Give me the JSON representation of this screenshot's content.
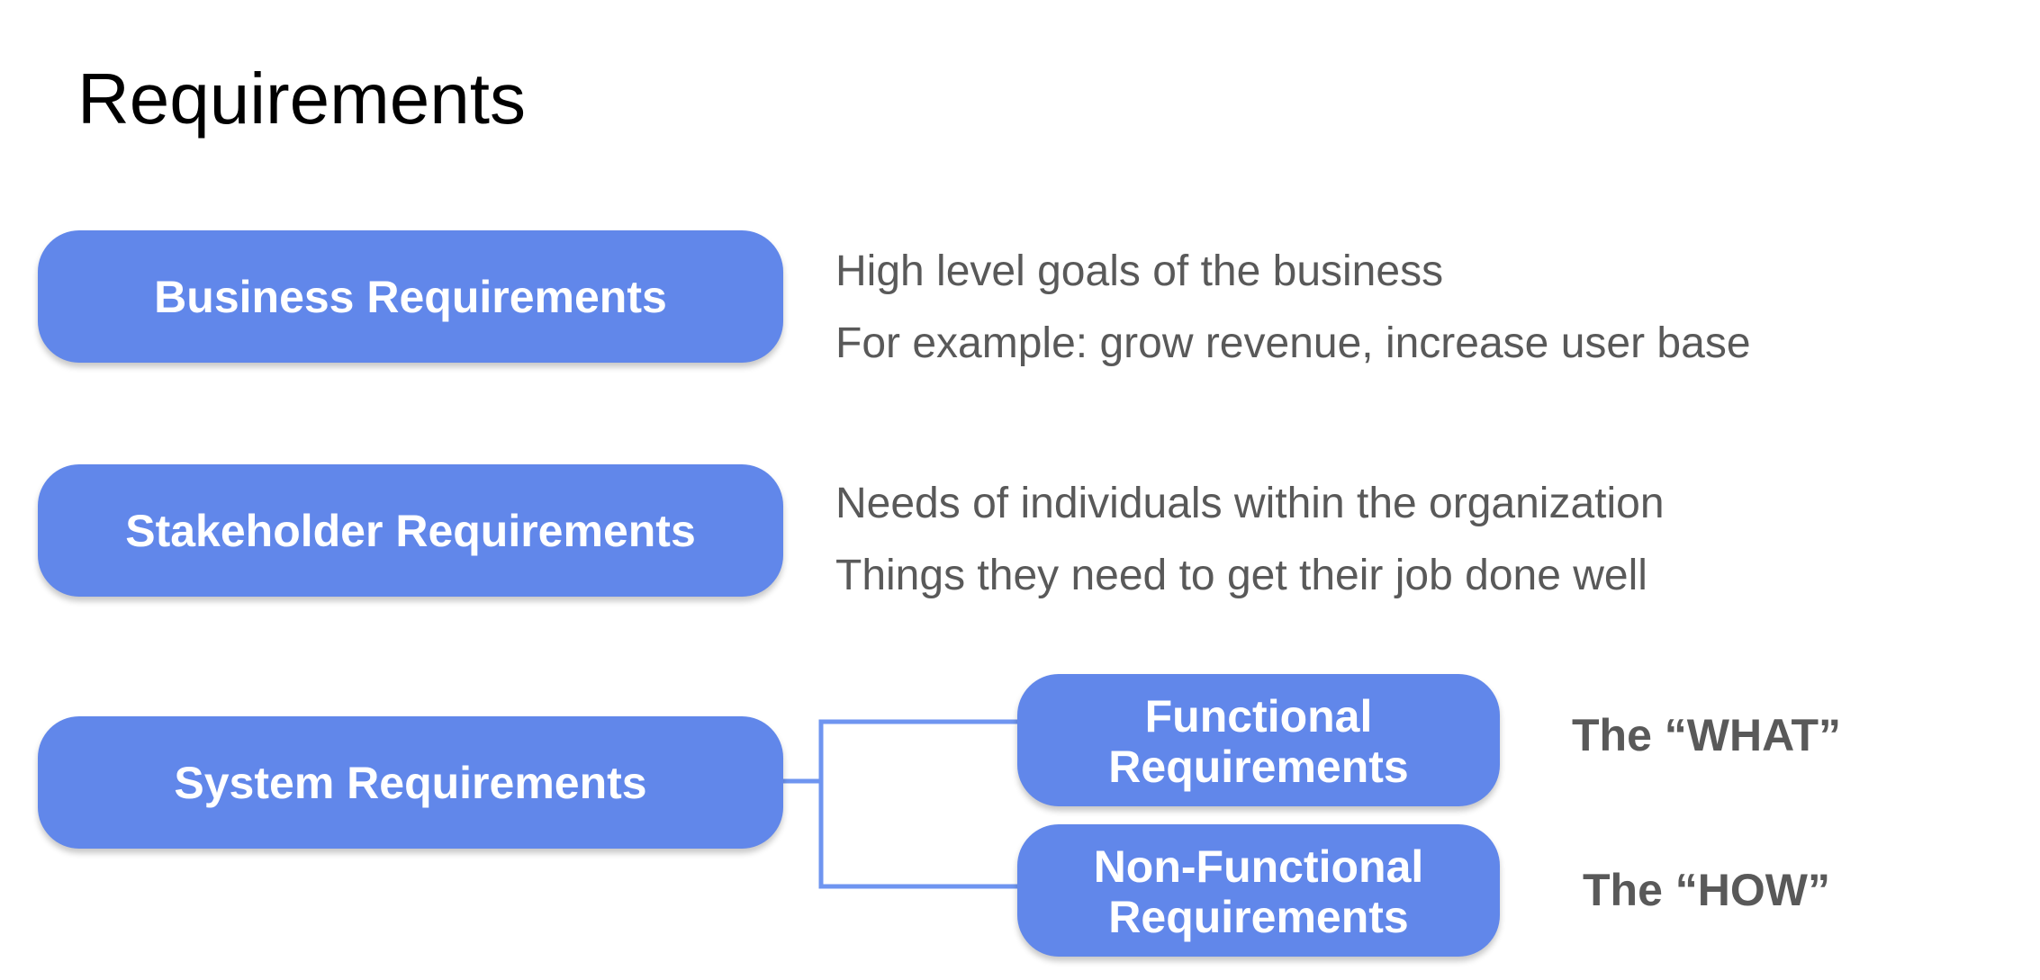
{
  "title": "Requirements",
  "colors": {
    "box_fill": "#6187ea",
    "box_text": "#ffffff",
    "description_text": "#595959",
    "connector": "#6f95f0"
  },
  "business": {
    "label": "Business Requirements",
    "lines": [
      "High level goals of the business",
      "For example: grow revenue, increase user base"
    ]
  },
  "stakeholder": {
    "label": "Stakeholder Requirements",
    "lines": [
      "Needs of individuals within the organization",
      "Things they need to get their job done well"
    ]
  },
  "system": {
    "label": "System Requirements",
    "children": [
      {
        "line1": "Functional",
        "line2": "Requirements",
        "caption": "The “WHAT”"
      },
      {
        "line1": "Non-Functional",
        "line2": "Requirements",
        "caption": "The “HOW”"
      }
    ]
  }
}
